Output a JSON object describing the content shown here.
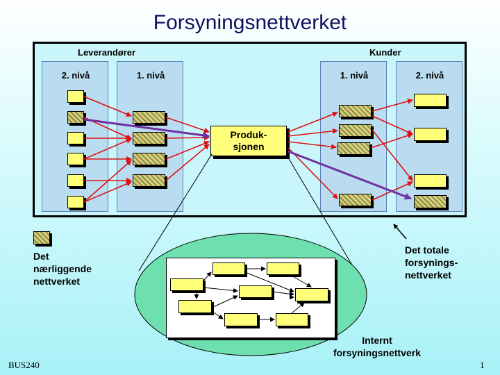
{
  "title": "Forsyningsnettverket",
  "suppliers_label": "Leverandører",
  "customers_label": "Kunder",
  "columns": {
    "supplier_tier2": "2. nivå",
    "supplier_tier1": "1. nivå",
    "customer_tier1": "1. nivå",
    "customer_tier2": "2. nivå"
  },
  "production": {
    "line1": "Produk-",
    "line2": "sjonen"
  },
  "legend": {
    "line1": "Det",
    "line2": "nærliggende",
    "line3": "nettverket"
  },
  "total_note": {
    "line1": "Det totale",
    "line2": "forsynings-",
    "line3": "nettverket"
  },
  "internal_note": {
    "line1": "Internt",
    "line2": "forsyningsnettverk"
  },
  "footer": {
    "left": "BUS240",
    "right": "1"
  },
  "colors": {
    "arrow_red": "#e01010",
    "arrow_purple": "#7030a0",
    "box_yellow": "#ffff7a",
    "ellipse_green": "#6ee0b0"
  }
}
